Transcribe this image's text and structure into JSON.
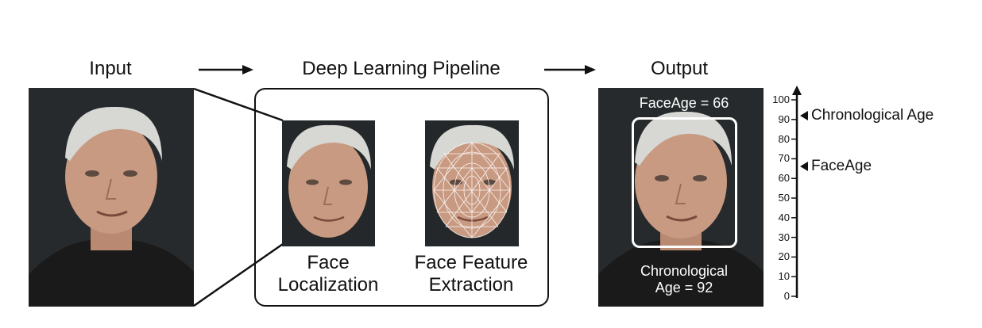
{
  "headings": {
    "input": "Input",
    "pipeline": "Deep Learning Pipeline",
    "output": "Output"
  },
  "pipeline": {
    "localization_line1": "Face",
    "localization_line2": "Localization",
    "feature_line1": "Face Feature",
    "feature_line2": "Extraction"
  },
  "output": {
    "faceage_text": "FaceAge = 66",
    "chrono_line1": "Chronological",
    "chrono_line2": "Age = 92"
  },
  "scale": {
    "ticks": [
      "100",
      "90",
      "80",
      "70",
      "60",
      "50",
      "40",
      "30",
      "20",
      "10",
      "0"
    ],
    "chronological_value": 92,
    "faceage_value": 66,
    "chronological_label": "Chronological Age",
    "faceage_label": "FaceAge"
  }
}
